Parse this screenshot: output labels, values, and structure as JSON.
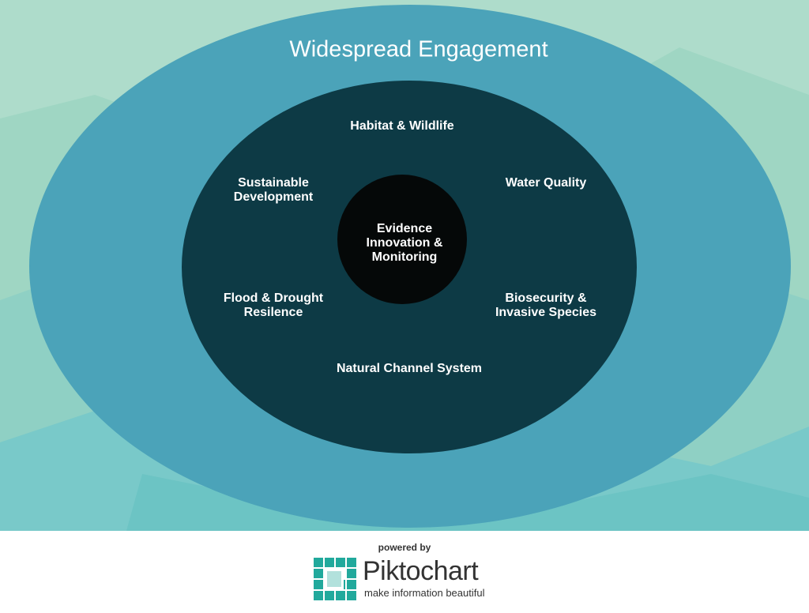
{
  "diagram": {
    "outer_title": "Widespread Engagement",
    "core_label": "Evidence\nInnovation &\nMonitoring",
    "ring_items": {
      "top": "Habitat & Wildlife",
      "upper_right": "Water Quality",
      "lower_right": "Biosecurity &\nInvasive Species",
      "bottom": "Natural Channel System",
      "lower_left": "Flood & Drought\nResilence",
      "upper_left": "Sustainable\nDevelopment"
    }
  },
  "footer": {
    "powered_by": "powered by",
    "brand_name": "Piktochart",
    "tagline": "make information beautiful"
  },
  "colors": {
    "background": "#aedccb",
    "outer_ellipse": "#4ba3b9",
    "inner_ellipse": "#0d3a45",
    "core_circle": "#050808",
    "brand_teal": "#21a99c"
  }
}
